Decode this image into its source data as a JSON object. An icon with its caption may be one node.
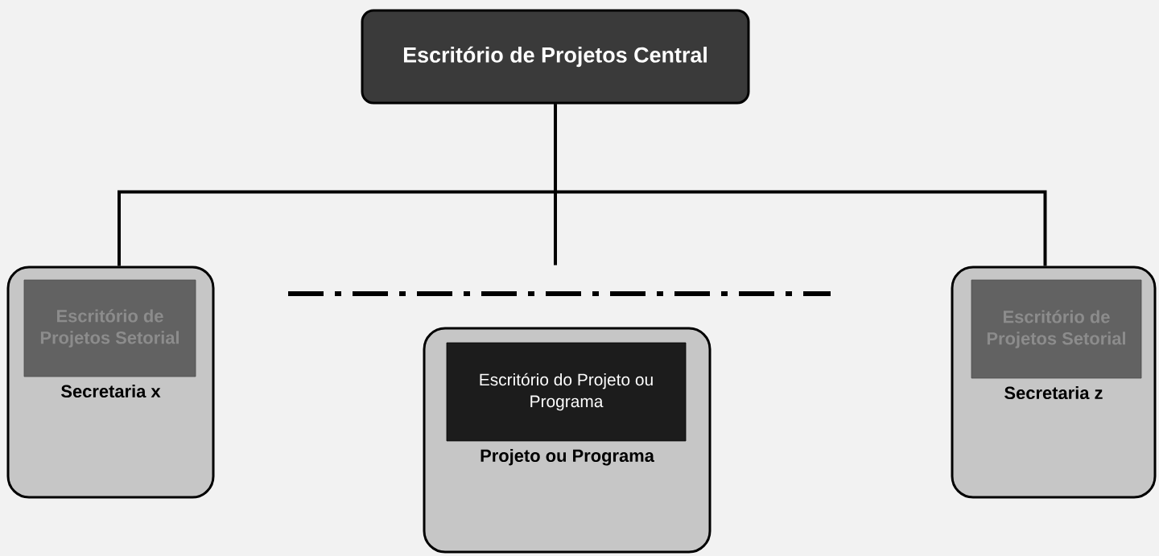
{
  "diagram": {
    "nodes": [
      {
        "text": [
          "Escritório de Projetos Central"
        ]
      },
      {
        "text": [
          "Secretaria x"
        ]
      },
      {
        "text": [
          "Escritório de Projetos Setorial"
        ],
        "in": 1
      },
      {
        "text": [
          "Projeto ou Programa"
        ]
      },
      {
        "text": [
          "Escritório do Projeto ou Programa"
        ],
        "in": 3
      },
      {
        "text": [
          "Secretaria z"
        ]
      },
      {
        "text": [
          "Escritório de Projetos Setorial"
        ],
        "in": 5
      }
    ],
    "edges": [
      {
        "from": 0,
        "to": 1,
        "arrow": "none"
      },
      {
        "from": 0,
        "to": 5,
        "arrow": "none"
      },
      {
        "from": 0,
        "to": null,
        "arrow": "none"
      }
    ]
  }
}
